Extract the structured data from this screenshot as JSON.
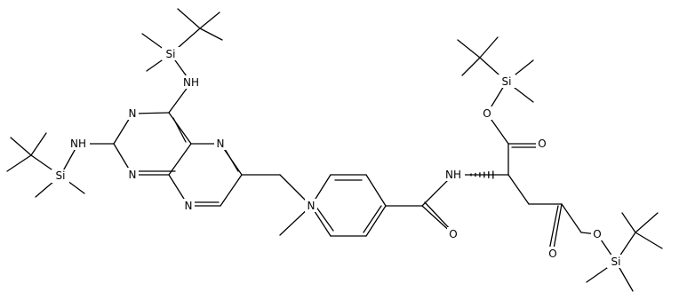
{
  "atom_labels": {
    "n_ring1": "N",
    "n_ring2": "N",
    "n_ring3": "N",
    "n_ring4": "N",
    "nh_top": "NH",
    "nh_left": "NH",
    "si_top": "Si",
    "si_left": "Si",
    "n_methyl": "N",
    "nh_amide": "NH",
    "o_amide": "O",
    "o_ester1": "O",
    "o_carbonyl1": "O",
    "si_ester1": "Si",
    "o_carbonyl2": "O",
    "o_ester2": "O",
    "si_ester2": "Si"
  }
}
